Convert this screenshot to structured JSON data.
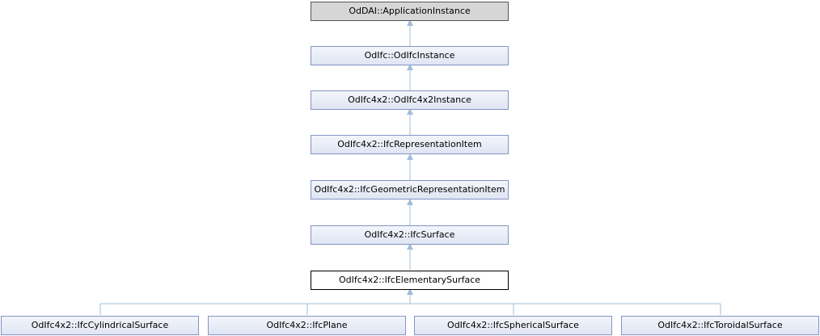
{
  "diagram": {
    "nodes": {
      "application_instance": "OdDAI::ApplicationInstance",
      "odifc_instance": "OdIfc::OdIfcInstance",
      "odifc4x2_instance": "OdIfc4x2::OdIfc4x2Instance",
      "representation_item": "OdIfc4x2::IfcRepresentationItem",
      "geometric_representation_item": "OdIfc4x2::IfcGeometricRepresentationItem",
      "surface": "OdIfc4x2::IfcSurface",
      "elementary_surface": "OdIfc4x2::IfcElementarySurface",
      "cylindrical_surface": "OdIfc4x2::IfcCylindricalSurface",
      "plane": "OdIfc4x2::IfcPlane",
      "spherical_surface": "OdIfc4x2::IfcSphericalSurface",
      "toroidal_surface": "OdIfc4x2::IfcToroidalSurface"
    },
    "edge_color": "#a2bcd9"
  }
}
